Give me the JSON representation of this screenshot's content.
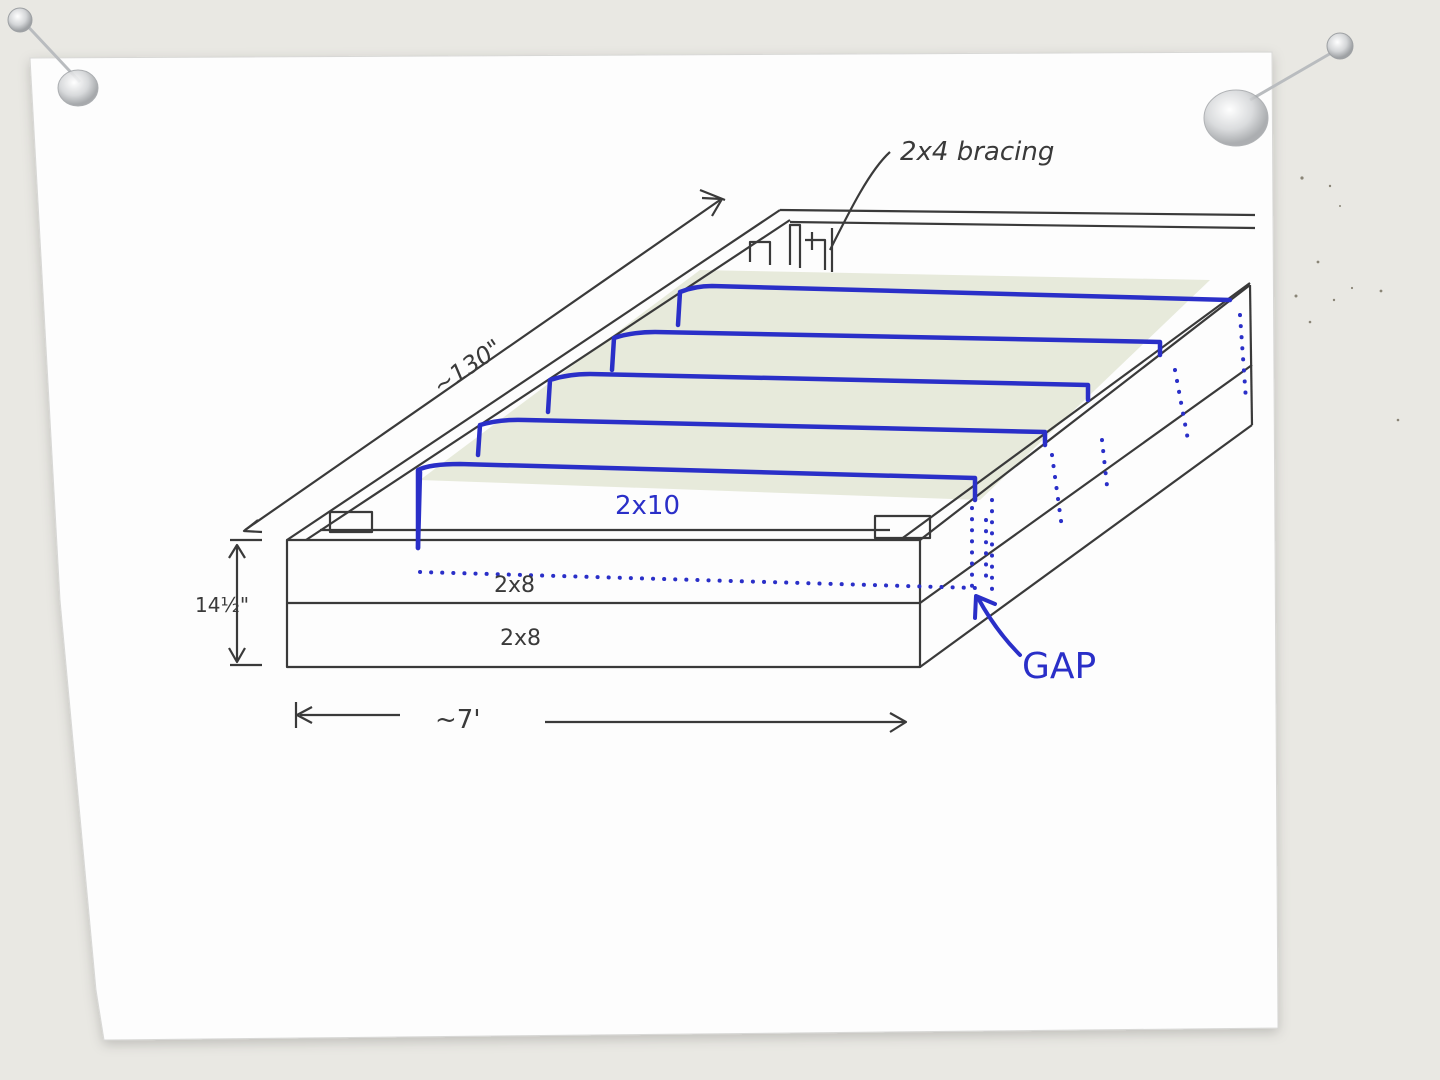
{
  "diagram": {
    "labels": {
      "bracing": "2x4 bracing",
      "length": "~130\"",
      "height": "14½\"",
      "width": "~7'",
      "joist": "2x10",
      "board_top": "2x8",
      "board_bottom": "2x8",
      "gap": "GAP"
    },
    "colors": {
      "wall": "#e9e8e3",
      "paper": "#fdfdfd",
      "pencil": "#3a3a3a",
      "marker": "#2a2fc8",
      "wash": "#dfe3cf"
    }
  }
}
